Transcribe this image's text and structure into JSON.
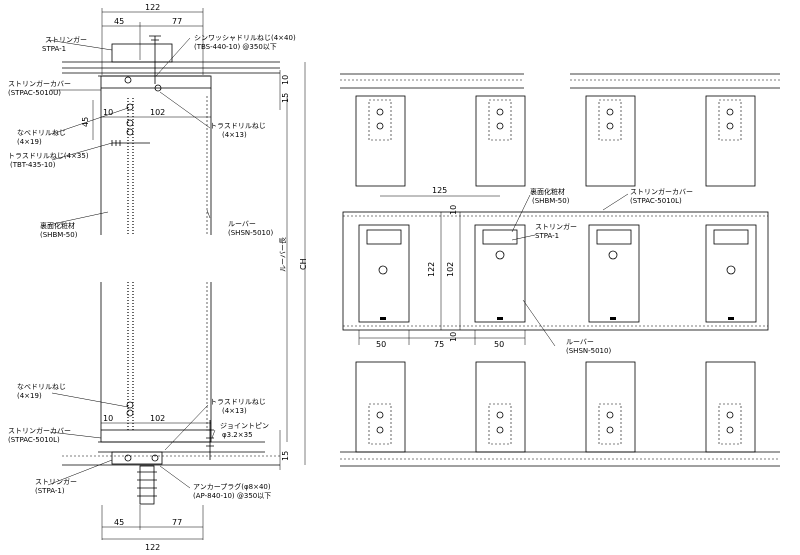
{
  "dims": {
    "top_total": "122",
    "top_left": "45",
    "top_right": "77",
    "bot_total": "122",
    "bot_left": "45",
    "bot_right": "77",
    "side_10a": "10",
    "side_15a": "15",
    "side_45": "45",
    "louver_len": "ルーバー長",
    "ch": "CH",
    "w102_top": "102",
    "side_10b": "10",
    "w102_bot": "102",
    "side_15b": "15",
    "side_10c": "10",
    "sec_125": "125",
    "sec_10a": "10",
    "sec_122": "122",
    "sec_102": "102",
    "sec_10b": "10",
    "sec_50a": "50",
    "sec_75": "75",
    "sec_50b": "50"
  },
  "labels": {
    "stringer_top": "ストリンガー",
    "stringer_top_code": "STPA-1",
    "cover_top": "ストリンガーカバー",
    "cover_top_code": "(STPAC-5010U)",
    "nabe": "なべドリルねじ",
    "nabe_size": "(4×19)",
    "truss_drill": "トラスドリルねじ(4×35)",
    "truss_drill_code": "(TBT-435-10)",
    "backing": "裏面化粧材",
    "backing_code": "(SHBM-50)",
    "washer_screw": "シンワッシャドリルねじ(4×40)",
    "washer_code": "(TBS-440-10)  @350以下",
    "truss_top": "トラスドリルねじ",
    "truss_top_size": "(4×13)",
    "louver": "ルーバー",
    "louver_code": "(SHSN-5010)",
    "nabe_b": "なべドリルねじ",
    "nabe_b_size": "(4×19)",
    "truss_bot": "トラスドリルねじ",
    "truss_bot_size": "(4×13)",
    "joint_pin": "ジョイントピン",
    "joint_pin_size": "φ3.2×35",
    "cover_bot": "ストリンガーカバー",
    "cover_bot_code": "(STPAC-5010L)",
    "stringer_bot": "ストリンガー",
    "stringer_bot_code": "(STPA-1)",
    "anchor": "アンカープラグ(φ8×40)",
    "anchor_code": "(AP-840-10)  @350以下",
    "sec_backing": "裏面化粧材",
    "sec_backing_code": "(SHBM-50)",
    "sec_stringer": "ストリンガー",
    "sec_stringer_code": "STPA-1",
    "sec_cover": "ストリンガーカバー",
    "sec_cover_code": "(STPAC-5010L)",
    "sec_louver": "ルーバー",
    "sec_louver_code": "(SHSN-5010)"
  }
}
